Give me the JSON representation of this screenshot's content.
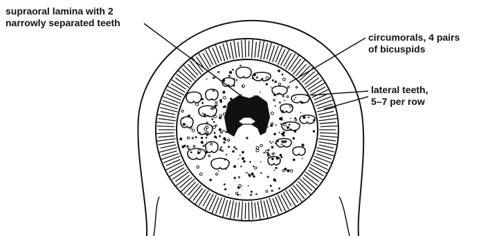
{
  "labels": {
    "supraoral": {
      "line1": "supraoral lamina with 2",
      "line2": "narrowly separated teeth"
    },
    "circumorals": {
      "line1": "circumorals, 4 pairs",
      "line2": "of bicuspids"
    },
    "lateral": {
      "line1": "lateral teeth,",
      "line2": "5–7 per row"
    }
  },
  "colors": {
    "ink": "#111111",
    "paper": "#ffffff"
  }
}
